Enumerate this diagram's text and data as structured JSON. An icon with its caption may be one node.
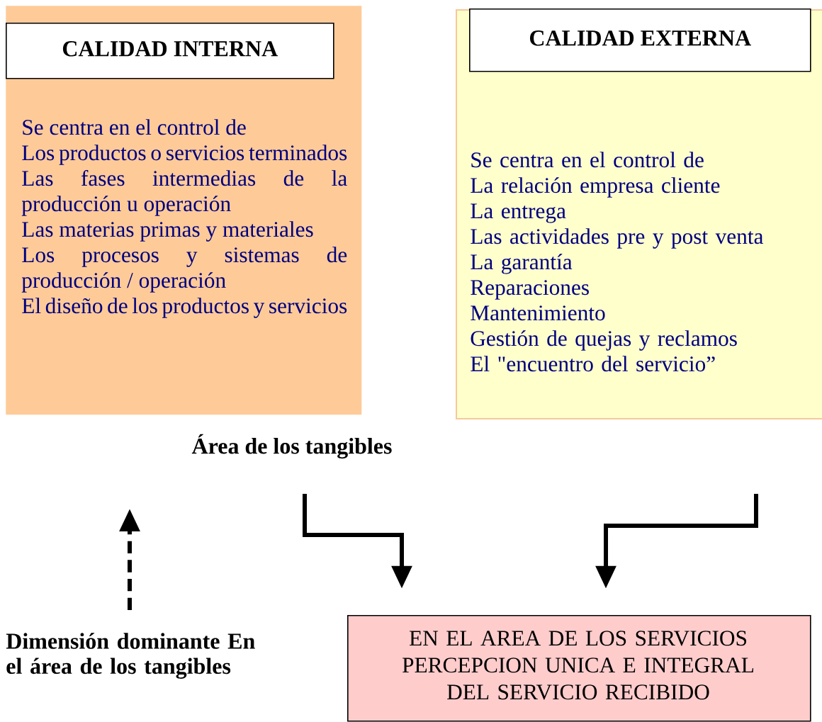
{
  "diagram": {
    "nodes": [
      {
        "text": [
          "Se centra en el control de",
          "Los productos o servicios terminados",
          "Las fases intermedias de la producción u operación",
          "Las materias primas y materiales",
          "Los procesos y sistemas de producción / operación",
          "El diseño de los productos y servicios"
        ]
      },
      {
        "text": [
          "CALIDAD INTERNA"
        ],
        "in": 0
      },
      {
        "text": [
          "Se centra en el control de",
          "La relación empresa cliente",
          "La entrega",
          "Las actividades pre y post venta",
          "La garantía",
          "Reparaciones",
          "Mantenimiento",
          "Gestión de quejas y reclamos",
          "El \"encuentro del servicio”"
        ]
      },
      {
        "text": [
          "CALIDAD EXTERNA"
        ],
        "in": 2
      },
      {
        "text": [
          "EN EL AREA DE LOS SERVICIOS PERCEPCION UNICA E INTEGRAL DEL SERVICIO RECIBIDO"
        ]
      },
      {
        "text": [
          "Dimensión dominante En el área de los tangibles"
        ]
      }
    ],
    "edges": [
      {
        "from": null,
        "to": 4,
        "arrow": "to"
      },
      {
        "from": null,
        "to": 4,
        "arrow": "to"
      },
      {
        "from": 5,
        "to": null,
        "arrow": "to",
        "style": "dashed"
      }
    ],
    "labels": [
      "Área de los tangibles"
    ]
  }
}
